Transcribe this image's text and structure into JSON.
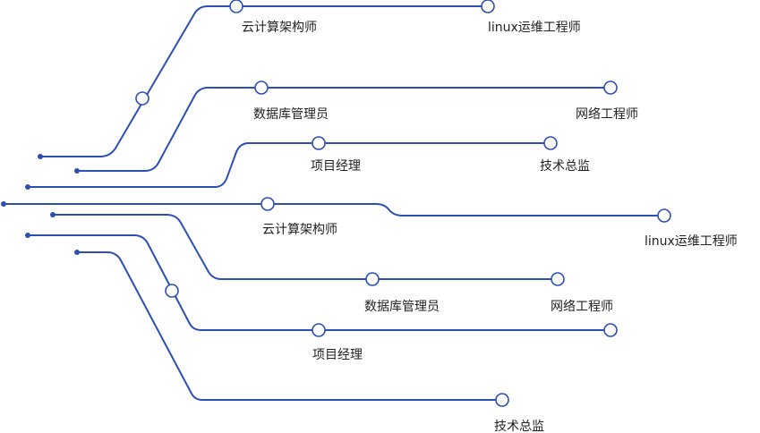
{
  "colors": {
    "line": "#2c4fb4",
    "node_fill": "#ffffff",
    "text": "#222222",
    "background": "#ffffff"
  },
  "routes": [
    {
      "labels": [
        "云计算架构师",
        "linux运维工程师"
      ]
    },
    {
      "labels": [
        "数据库管理员",
        "网络工程师"
      ]
    },
    {
      "labels": [
        "项目经理",
        "技术总监"
      ]
    },
    {
      "labels": [
        "云计算架构师",
        "linux运维工程师"
      ]
    },
    {
      "labels": [
        "数据库管理员",
        "网络工程师"
      ]
    },
    {
      "labels": [
        "项目经理"
      ]
    },
    {
      "labels": [
        "技术总监"
      ]
    }
  ]
}
